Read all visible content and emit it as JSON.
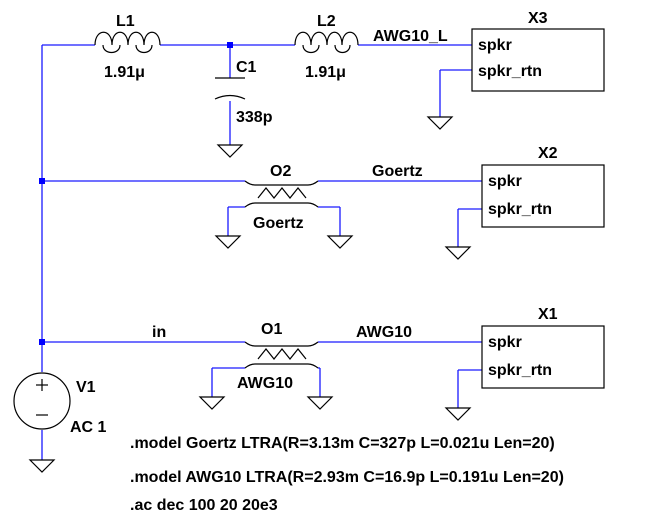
{
  "components": {
    "L1": {
      "name": "L1",
      "value": "1.91μ"
    },
    "L2": {
      "name": "L2",
      "value": "1.91μ"
    },
    "C1": {
      "name": "C1",
      "value": "338p"
    },
    "O1": {
      "name": "O1",
      "model": "AWG10"
    },
    "O2": {
      "name": "O2",
      "model": "Goertz"
    },
    "V1": {
      "name": "V1",
      "value": "AC 1"
    },
    "X1": {
      "name": "X1",
      "pin_top": "spkr",
      "pin_bottom": "spkr_rtn"
    },
    "X2": {
      "name": "X2",
      "pin_top": "spkr",
      "pin_bottom": "spkr_rtn"
    },
    "X3": {
      "name": "X3",
      "pin_top": "spkr",
      "pin_bottom": "spkr_rtn"
    }
  },
  "nets": {
    "awg10_l": "AWG10_L",
    "goertz": "Goertz",
    "in": "in",
    "awg10": "AWG10"
  },
  "directives": [
    ".model Goertz LTRA(R=3.13m C=327p L=0.021u Len=20)",
    ".model AWG10 LTRA(R=2.93m C=16.9p L=0.191u Len=20)",
    ".ac dec 100 20 20e3"
  ]
}
